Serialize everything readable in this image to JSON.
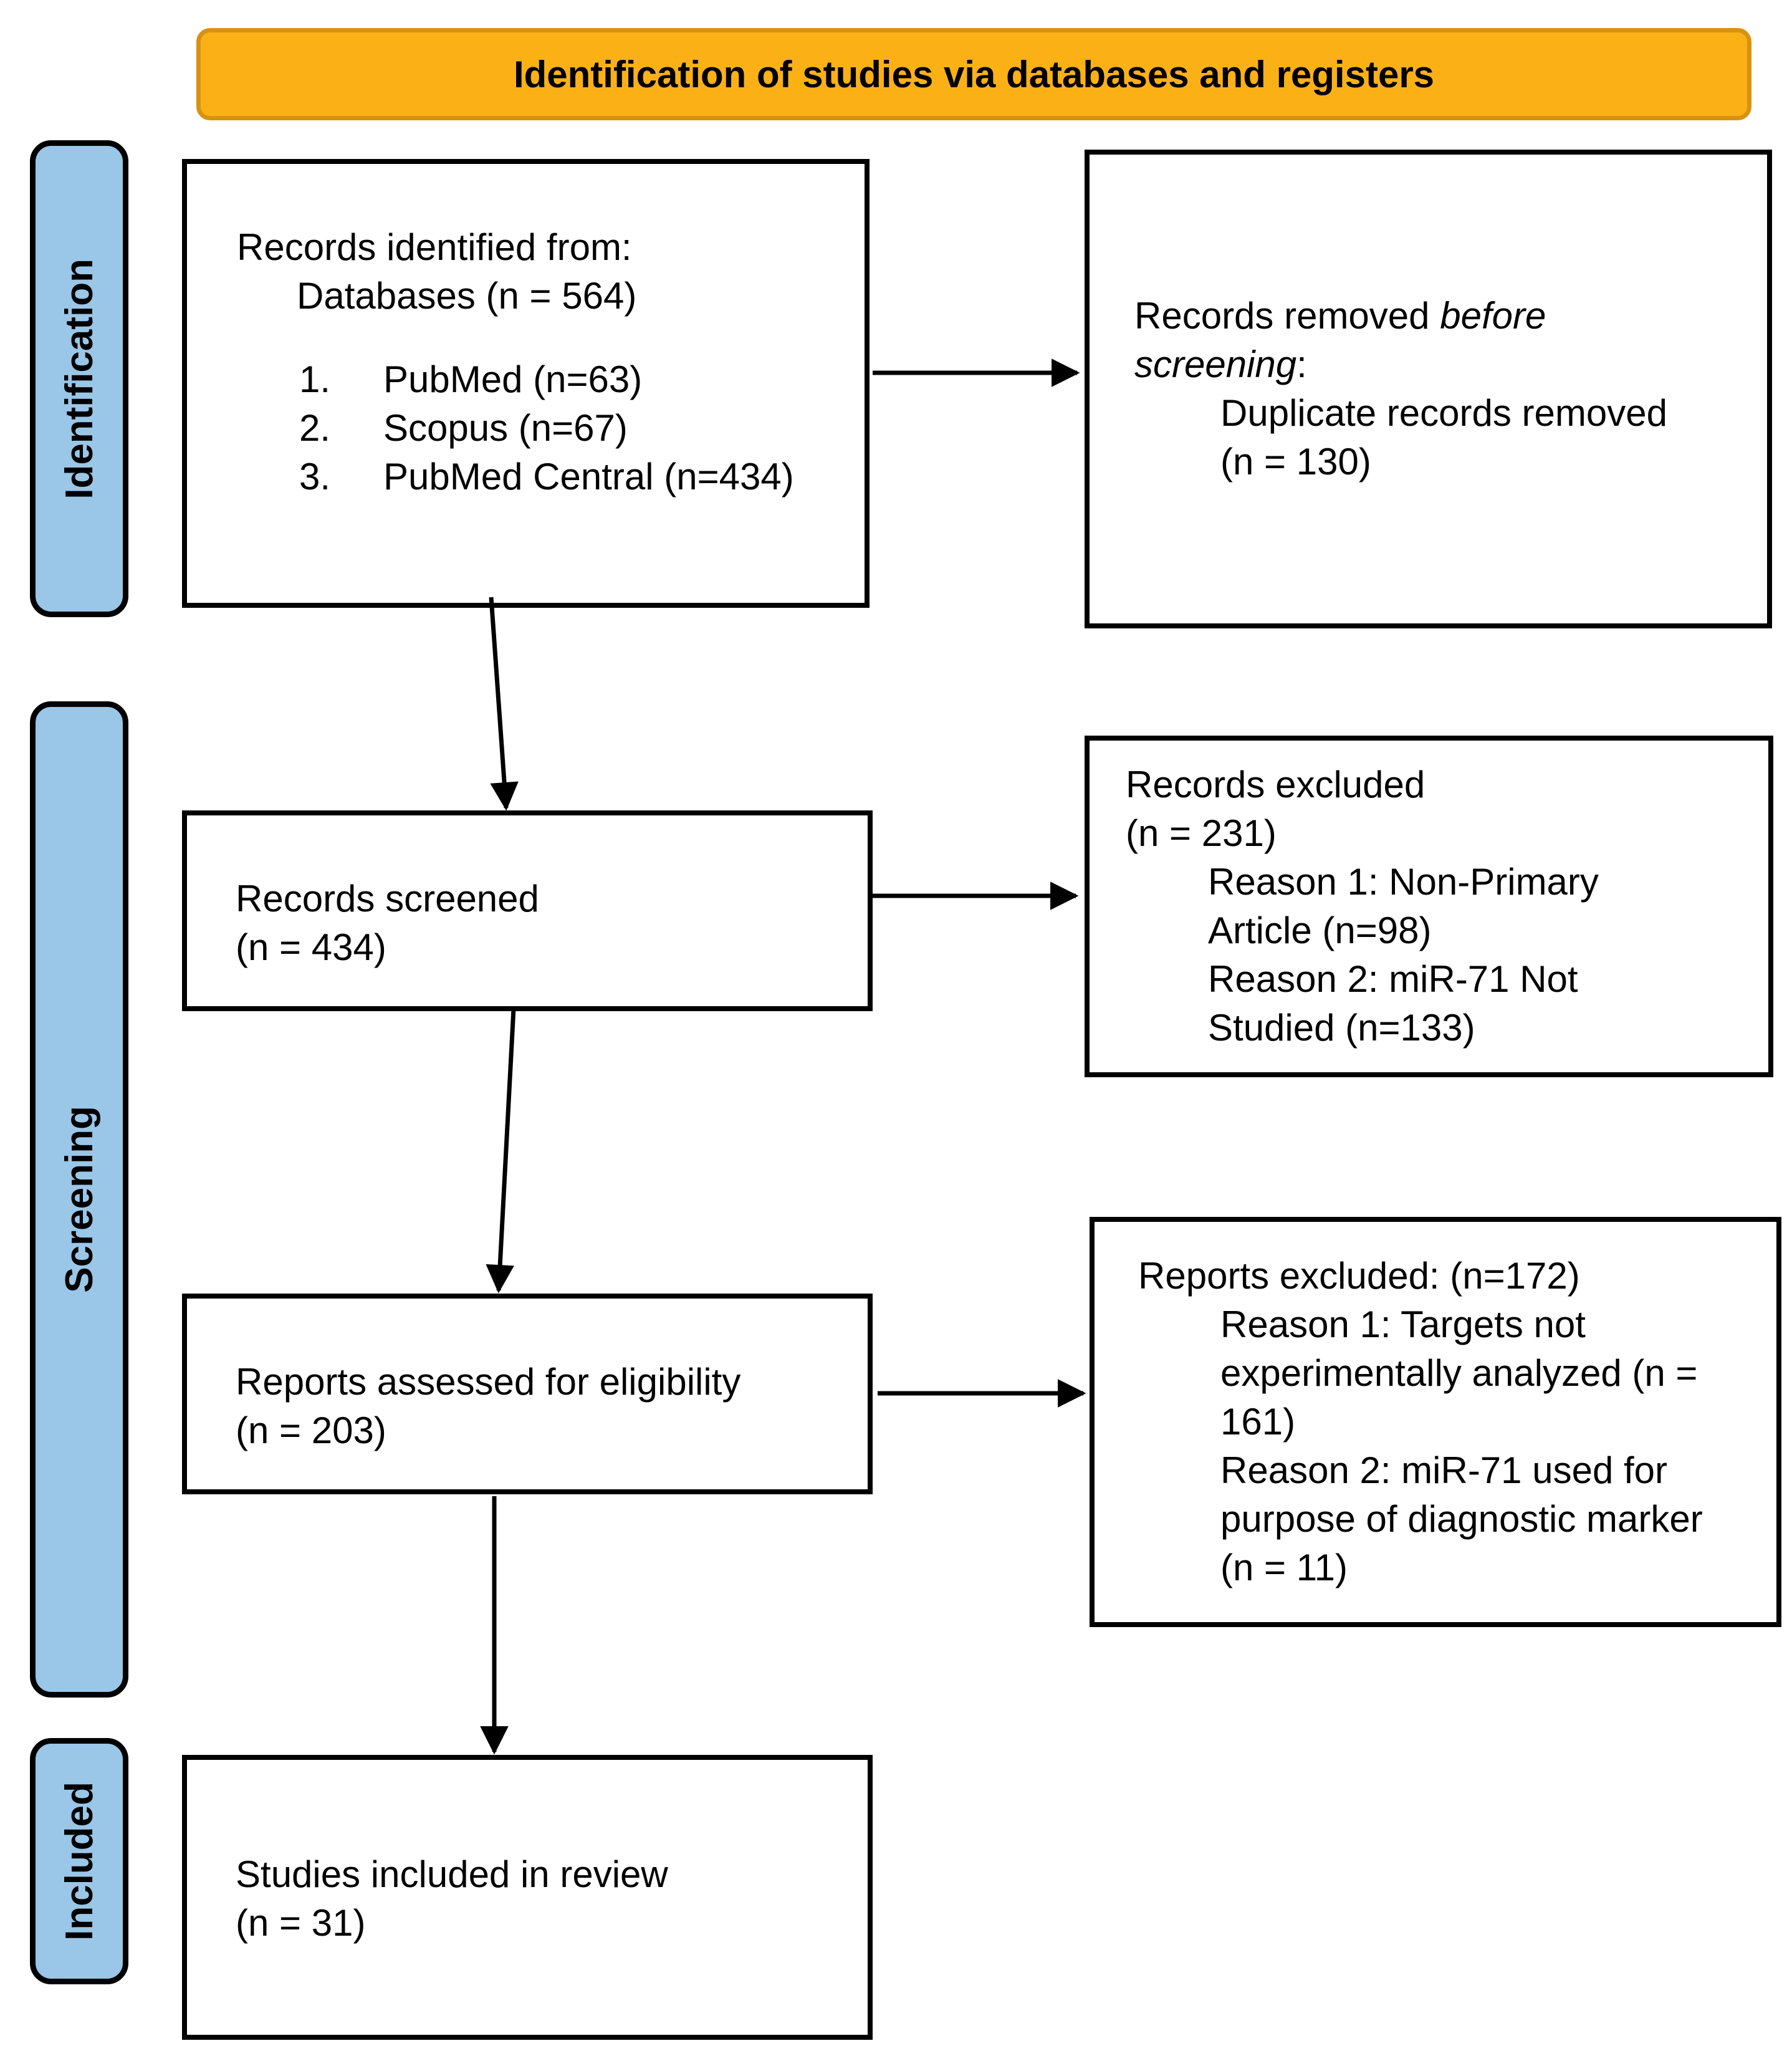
{
  "header": {
    "title": "Identification of studies via databases and registers"
  },
  "stages": [
    {
      "label": "Identification"
    },
    {
      "label": "Screening"
    },
    {
      "label": "Included"
    }
  ],
  "boxes": {
    "identified": {
      "title": "Records identified from:",
      "subtitle": "Databases (n = 564)",
      "sources": [
        {
          "num": "1.",
          "label": "PubMed (n=63)"
        },
        {
          "num": "2.",
          "label": "Scopus (n=67)"
        },
        {
          "num": "3.",
          "label": "PubMed Central (n=434)"
        }
      ]
    },
    "removed_before_screening": {
      "lead": "Records removed ",
      "lead_italic": "before screening",
      "lead_suffix": ":",
      "detail": "Duplicate records removed",
      "detail_count": "(n = 130)"
    },
    "screened": {
      "line1": "Records screened",
      "line2": "(n = 434)"
    },
    "records_excluded": {
      "line1": "Records excluded",
      "line2": "(n = 231)",
      "reasons": [
        "Reason 1: Non-Primary Article (n=98)",
        "Reason 2: miR-71 Not Studied (n=133)"
      ]
    },
    "assessed": {
      "line1": "Reports assessed for eligibility",
      "line2": "(n = 203)"
    },
    "reports_excluded": {
      "line1": "Reports excluded: (n=172)",
      "reasons": [
        "Reason 1: Targets not experimentally analyzed (n = 161)",
        "Reason 2: miR-71 used for purpose of diagnostic marker (n = 11)"
      ]
    },
    "included_studies": {
      "line1": "Studies included in review",
      "line2": "(n = 31)"
    }
  },
  "colors": {
    "banner_fill": "#FBB116",
    "banner_border": "#D79212",
    "stage_fill": "#9AC6E8",
    "arrow": "#000000"
  }
}
